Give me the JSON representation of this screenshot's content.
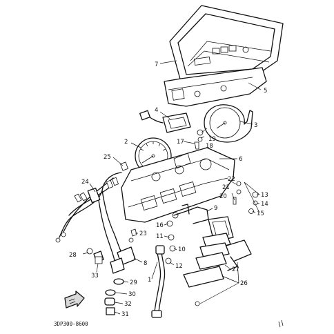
{
  "diagram": {
    "drawing_code": "3DP300-8600",
    "callouts": [
      {
        "id": "c1",
        "text": "1"
      },
      {
        "id": "c2",
        "text": "2"
      },
      {
        "id": "c3",
        "text": "3"
      },
      {
        "id": "c4",
        "text": "4"
      },
      {
        "id": "c5",
        "text": "5"
      },
      {
        "id": "c6",
        "text": "6"
      },
      {
        "id": "c7",
        "text": "7"
      },
      {
        "id": "c8",
        "text": "8"
      },
      {
        "id": "c9",
        "text": "9"
      },
      {
        "id": "c10",
        "text": "10"
      },
      {
        "id": "c11",
        "text": "11"
      },
      {
        "id": "c12",
        "text": "12"
      },
      {
        "id": "c13",
        "text": "13"
      },
      {
        "id": "c14",
        "text": "14"
      },
      {
        "id": "c15",
        "text": "15"
      },
      {
        "id": "c16",
        "text": "16"
      },
      {
        "id": "c17",
        "text": "17"
      },
      {
        "id": "c18",
        "text": "18"
      },
      {
        "id": "c19",
        "text": "19"
      },
      {
        "id": "c20",
        "text": "20"
      },
      {
        "id": "c21",
        "text": "21"
      },
      {
        "id": "c22",
        "text": "22"
      },
      {
        "id": "c23",
        "text": "23"
      },
      {
        "id": "c24",
        "text": "24"
      },
      {
        "id": "c25",
        "text": "25"
      },
      {
        "id": "c26",
        "text": "26"
      },
      {
        "id": "c27",
        "text": "27"
      },
      {
        "id": "c28",
        "text": "28"
      },
      {
        "id": "c29",
        "text": "29"
      },
      {
        "id": "c30",
        "text": "30"
      },
      {
        "id": "c31",
        "text": "31"
      },
      {
        "id": "c32",
        "text": "32"
      },
      {
        "id": "c33",
        "text": "33"
      }
    ]
  }
}
